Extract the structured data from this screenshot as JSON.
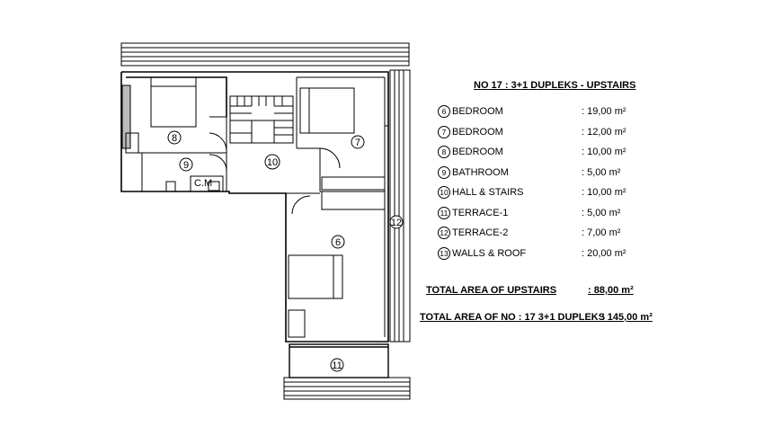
{
  "title": "NO 17 : 3+1 DUPLEKS - UPSTAIRS",
  "rooms": [
    {
      "num": "6",
      "name": "BEDROOM",
      "area": ": 19,00 m²"
    },
    {
      "num": "7",
      "name": "BEDROOM",
      "area": ": 12,00 m²"
    },
    {
      "num": "8",
      "name": "BEDROOM",
      "area": ": 10,00 m²"
    },
    {
      "num": "9",
      "name": "BATHROOM",
      "area": ": 5,00 m²"
    },
    {
      "num": "10",
      "name": "HALL & STAIRS",
      "area": ": 10,00 m²"
    },
    {
      "num": "11",
      "name": "TERRACE-1",
      "area": ": 5,00 m²"
    },
    {
      "num": "12",
      "name": "TERRACE-2",
      "area": ": 7,00 m²"
    },
    {
      "num": "13",
      "name": "WALLS & ROOF",
      "area": ": 20,00 m²"
    }
  ],
  "total_upstairs": {
    "label": "TOTAL AREA OF UPSTAIRS",
    "value": ": 88,00 m²"
  },
  "total_dupleks": {
    "label": "TOTAL AREA OF NO : 17 3+1 DUPLEKS",
    "value": ": 145,00 m²"
  },
  "plan_labels": {
    "room6": "6",
    "room7": "7",
    "room8": "8",
    "room9": "9",
    "room10": "10",
    "room11": "11",
    "room12": "12",
    "cm": "C.M"
  },
  "colors": {
    "line": "#000000",
    "hatch": "#888888",
    "background": "#ffffff"
  }
}
